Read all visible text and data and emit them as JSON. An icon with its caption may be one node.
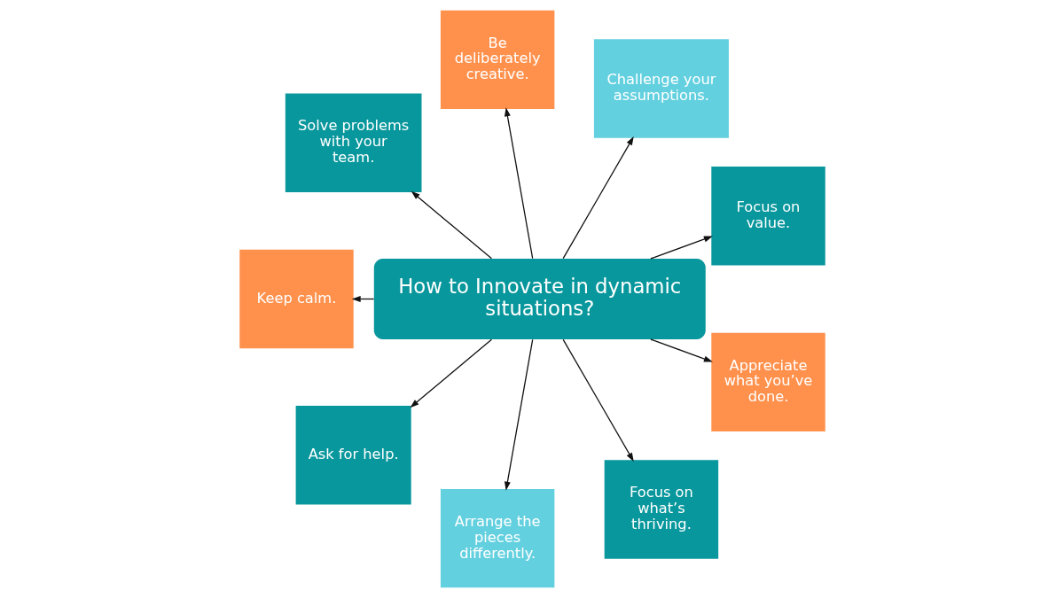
{
  "diagram": {
    "nodes": [
      {
        "text": [
          "Solve problems with your team."
        ]
      },
      {
        "text": [
          "Be deliberately creative."
        ]
      },
      {
        "text": [
          "Challenge your assumptions."
        ]
      },
      {
        "text": [
          "Focus on value."
        ]
      },
      {
        "text": [
          "Keep calm."
        ]
      },
      {
        "text": [
          "How to Innovate in dynamic situations?"
        ]
      },
      {
        "text": [
          "Appreciate what you’ve done."
        ]
      },
      {
        "text": [
          "Ask for help."
        ]
      },
      {
        "text": [
          "Arrange the pieces differently."
        ]
      },
      {
        "text": [
          "Focus on what’s thriving."
        ]
      }
    ],
    "edges": [
      {
        "from": 5,
        "to": 0,
        "arrow": "to"
      },
      {
        "from": 5,
        "to": 1,
        "arrow": "to"
      },
      {
        "from": 5,
        "to": 2,
        "arrow": "to"
      },
      {
        "from": 5,
        "to": 3,
        "arrow": "to"
      },
      {
        "from": 5,
        "to": 6,
        "arrow": "to"
      },
      {
        "from": 5,
        "to": 9,
        "arrow": "to"
      },
      {
        "from": 5,
        "to": 8,
        "arrow": "to"
      },
      {
        "from": 5,
        "to": 7,
        "arrow": "to"
      },
      {
        "from": 5,
        "to": 4,
        "arrow": "to"
      }
    ]
  }
}
